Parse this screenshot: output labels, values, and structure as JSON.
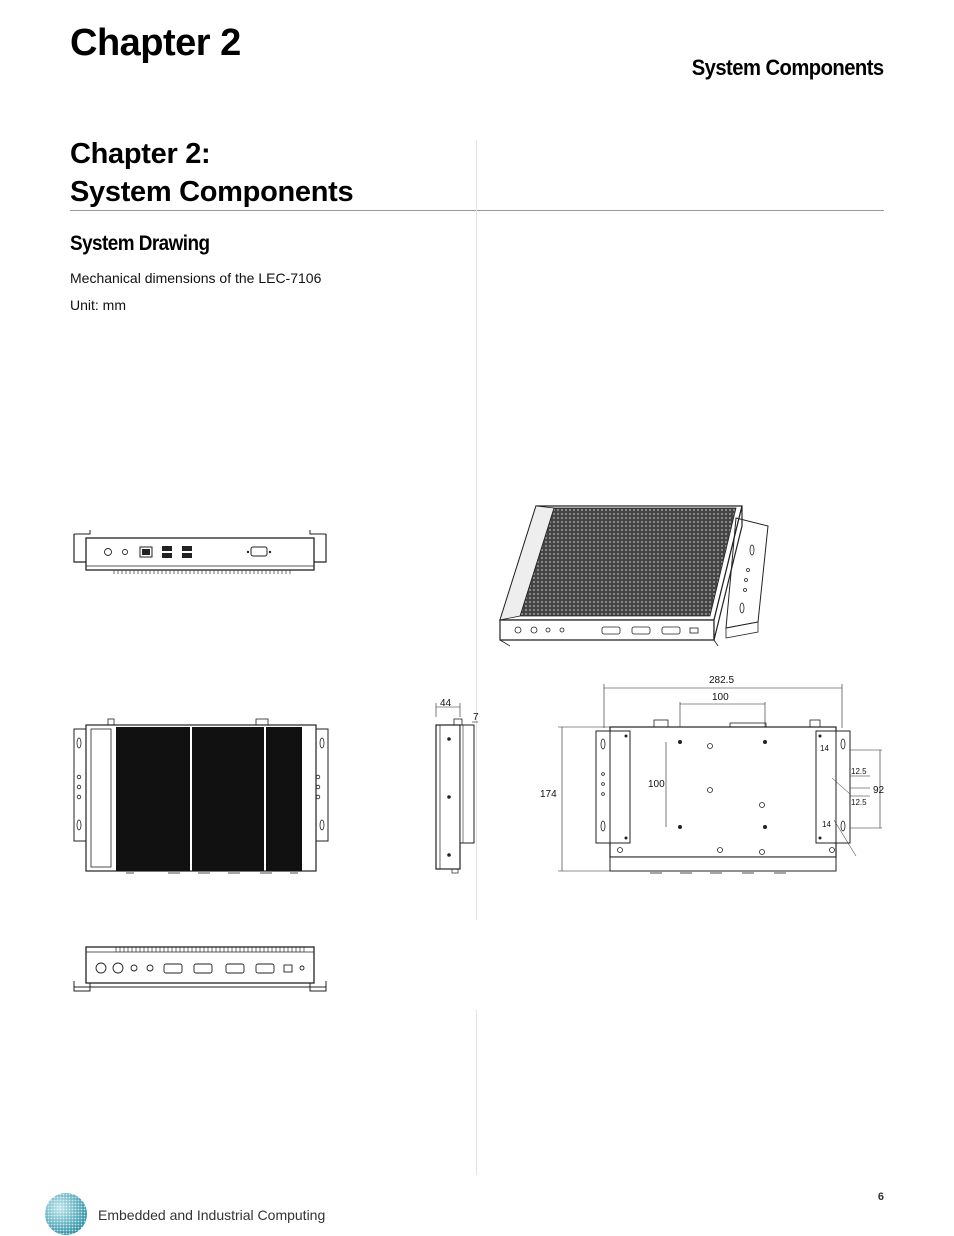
{
  "header": {
    "chapter_label": "Chapter 2",
    "running_title": "System Components"
  },
  "title": {
    "line1": "Chapter 2:",
    "line2": "System Components"
  },
  "section": {
    "heading": "System Drawing",
    "description": "Mechanical dimensions of the LEC-7106",
    "unit": "Unit: mm"
  },
  "dimensions": {
    "side_depth": "44",
    "side_flange": "7",
    "overall_width": "282.5",
    "hole_spacing_top": "100",
    "hole_spacing_side": "100",
    "overall_height": "174",
    "bracket_offset_top": "14",
    "bracket_offset_bottom": "14",
    "slot_pitch_1": "12.5",
    "slot_pitch_2": "12.5",
    "bracket_span": "92"
  },
  "footer": {
    "tagline": "Embedded and Industrial Computing",
    "page_number": "6"
  },
  "colors": {
    "heatsink": "#111111",
    "line": "#222222",
    "rule": "#999999"
  }
}
